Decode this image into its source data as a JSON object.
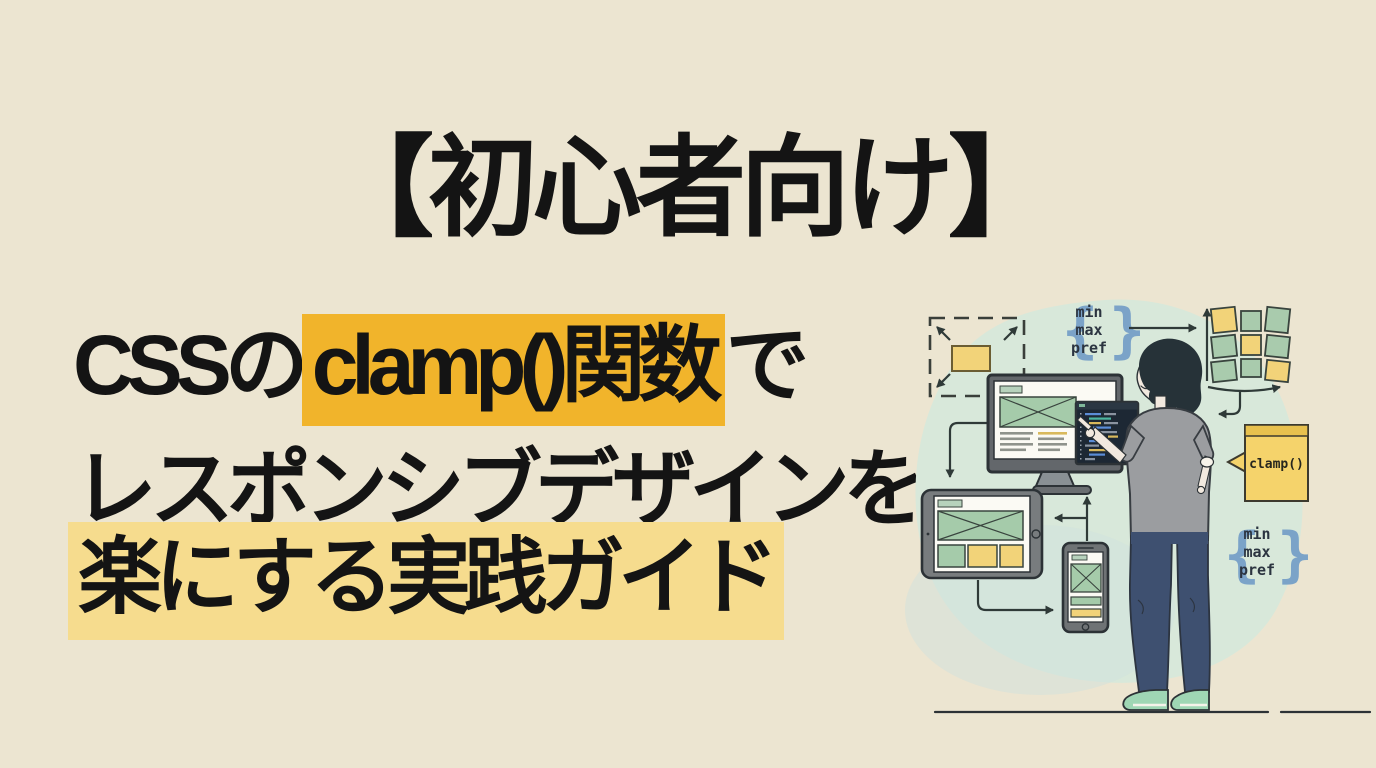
{
  "page": {
    "background_color": "#ece5d1",
    "text_color": "#141414"
  },
  "title": {
    "text": "【初心者向け】"
  },
  "headline": {
    "line1_pre": "CSSの",
    "line1_highlight": "clamp()関数",
    "line1_post": "で",
    "line2": "レスポンシブデザインを",
    "line3_highlight": "楽にする実践ガイド",
    "highlight_strong_color": "#f1b42b",
    "highlight_soft_color": "#f6dc8e"
  },
  "illustration": {
    "clamp_callout_label": "clamp()",
    "params_top": {
      "open_brace": "{",
      "line1": "min",
      "line2": "max",
      "line3": "pref",
      "close_brace": "}"
    },
    "params_bottom": {
      "open_brace": "{",
      "line1": "min",
      "line2": "max",
      "line3": "pref",
      "close_brace": "}"
    },
    "colors": {
      "blob_mint": "#d8e8da",
      "accent_yellow": "#f2d379",
      "accent_green": "#a9cbad",
      "brace_blue": "#7ba3c8",
      "outline_dark": "#2c3236",
      "code_panel_bg": "#1d2834",
      "person_shirt": "#9b9da0",
      "person_pants": "#3e5070",
      "person_shoes": "#9fd6b4"
    }
  }
}
